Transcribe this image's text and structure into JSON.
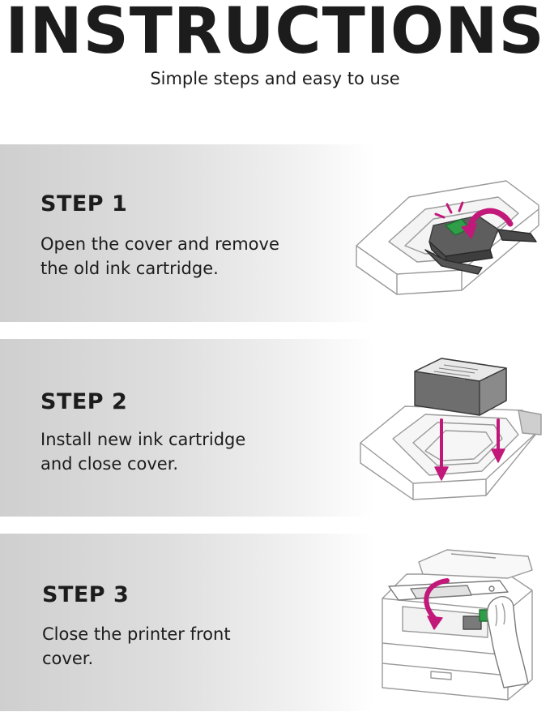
{
  "header": {
    "title": "INSTRUCTIONS",
    "subtitle": "Simple steps and easy to use"
  },
  "steps": [
    {
      "heading": "STEP 1",
      "line1": "Open the cover and remove",
      "line2": "the old ink cartridge.",
      "illustration_icon": "open-cover-remove-cartridge-illustration"
    },
    {
      "heading": "STEP 2",
      "line1": "Install new ink cartridge",
      "line2": "and close cover.",
      "illustration_icon": "install-cartridge-illustration"
    },
    {
      "heading": "STEP 3",
      "line1": "Close the printer front",
      "line2": "cover.",
      "illustration_icon": "close-front-cover-illustration"
    }
  ],
  "colors": {
    "accent_arrow": "#c2187a",
    "highlight_green": "#2f9e48",
    "cartridge_gray": "#6e6e6e",
    "text": "#1c1c1c"
  }
}
